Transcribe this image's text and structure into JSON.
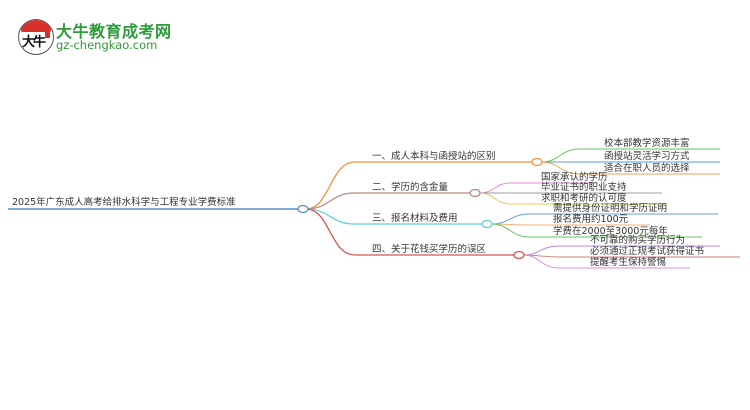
{
  "logo": {
    "badge_char": "大牛",
    "title": "大牛教育成考网",
    "url": "gz-chengkao.com",
    "color": "#2e9b3a"
  },
  "mindmap": {
    "root": {
      "label": "2025年广东成人高考给排水科学与工程专业学费标准",
      "line_color": "#5b8fc7"
    },
    "branches": [
      {
        "label": "一、成人本科与函授站的区别",
        "color": "#f0943a",
        "children": [
          {
            "label": "校本部教学资源丰富",
            "color": "#6abf5e"
          },
          {
            "label": "函授站灵活学习方式",
            "color": "#5b9bd5"
          },
          {
            "label": "适合在职人员的选择",
            "color": "#f0a050"
          }
        ]
      },
      {
        "label": "二、学历的含金量",
        "color": "#b08a80",
        "children": [
          {
            "label": "国家承认的学历",
            "color": "#e58ad6"
          },
          {
            "label": "毕业证书的职业支持",
            "color": "#a0a0a0"
          },
          {
            "label": "求职和考研的认可度",
            "color": "#d8d05a"
          }
        ]
      },
      {
        "label": "三、报名材料及费用",
        "color": "#5ecfe0",
        "children": [
          {
            "label": "需提供身份证明和学历证明",
            "color": "#6a9fd8"
          },
          {
            "label": "报名费用约100元",
            "color": "#f5b27a"
          },
          {
            "label": "学费在2000至3000元每年",
            "color": "#6abf5e"
          }
        ]
      },
      {
        "label": "四、关于花钱买学历的误区",
        "color": "#d9534f",
        "children": [
          {
            "label": "不可靠的购买学历行为",
            "color": "#b58ae0"
          },
          {
            "label": "必须通过正规考试获得证书",
            "color": "#c98080"
          },
          {
            "label": "提醒考生保持警惕",
            "color": "#e58ad6"
          }
        ]
      }
    ]
  }
}
